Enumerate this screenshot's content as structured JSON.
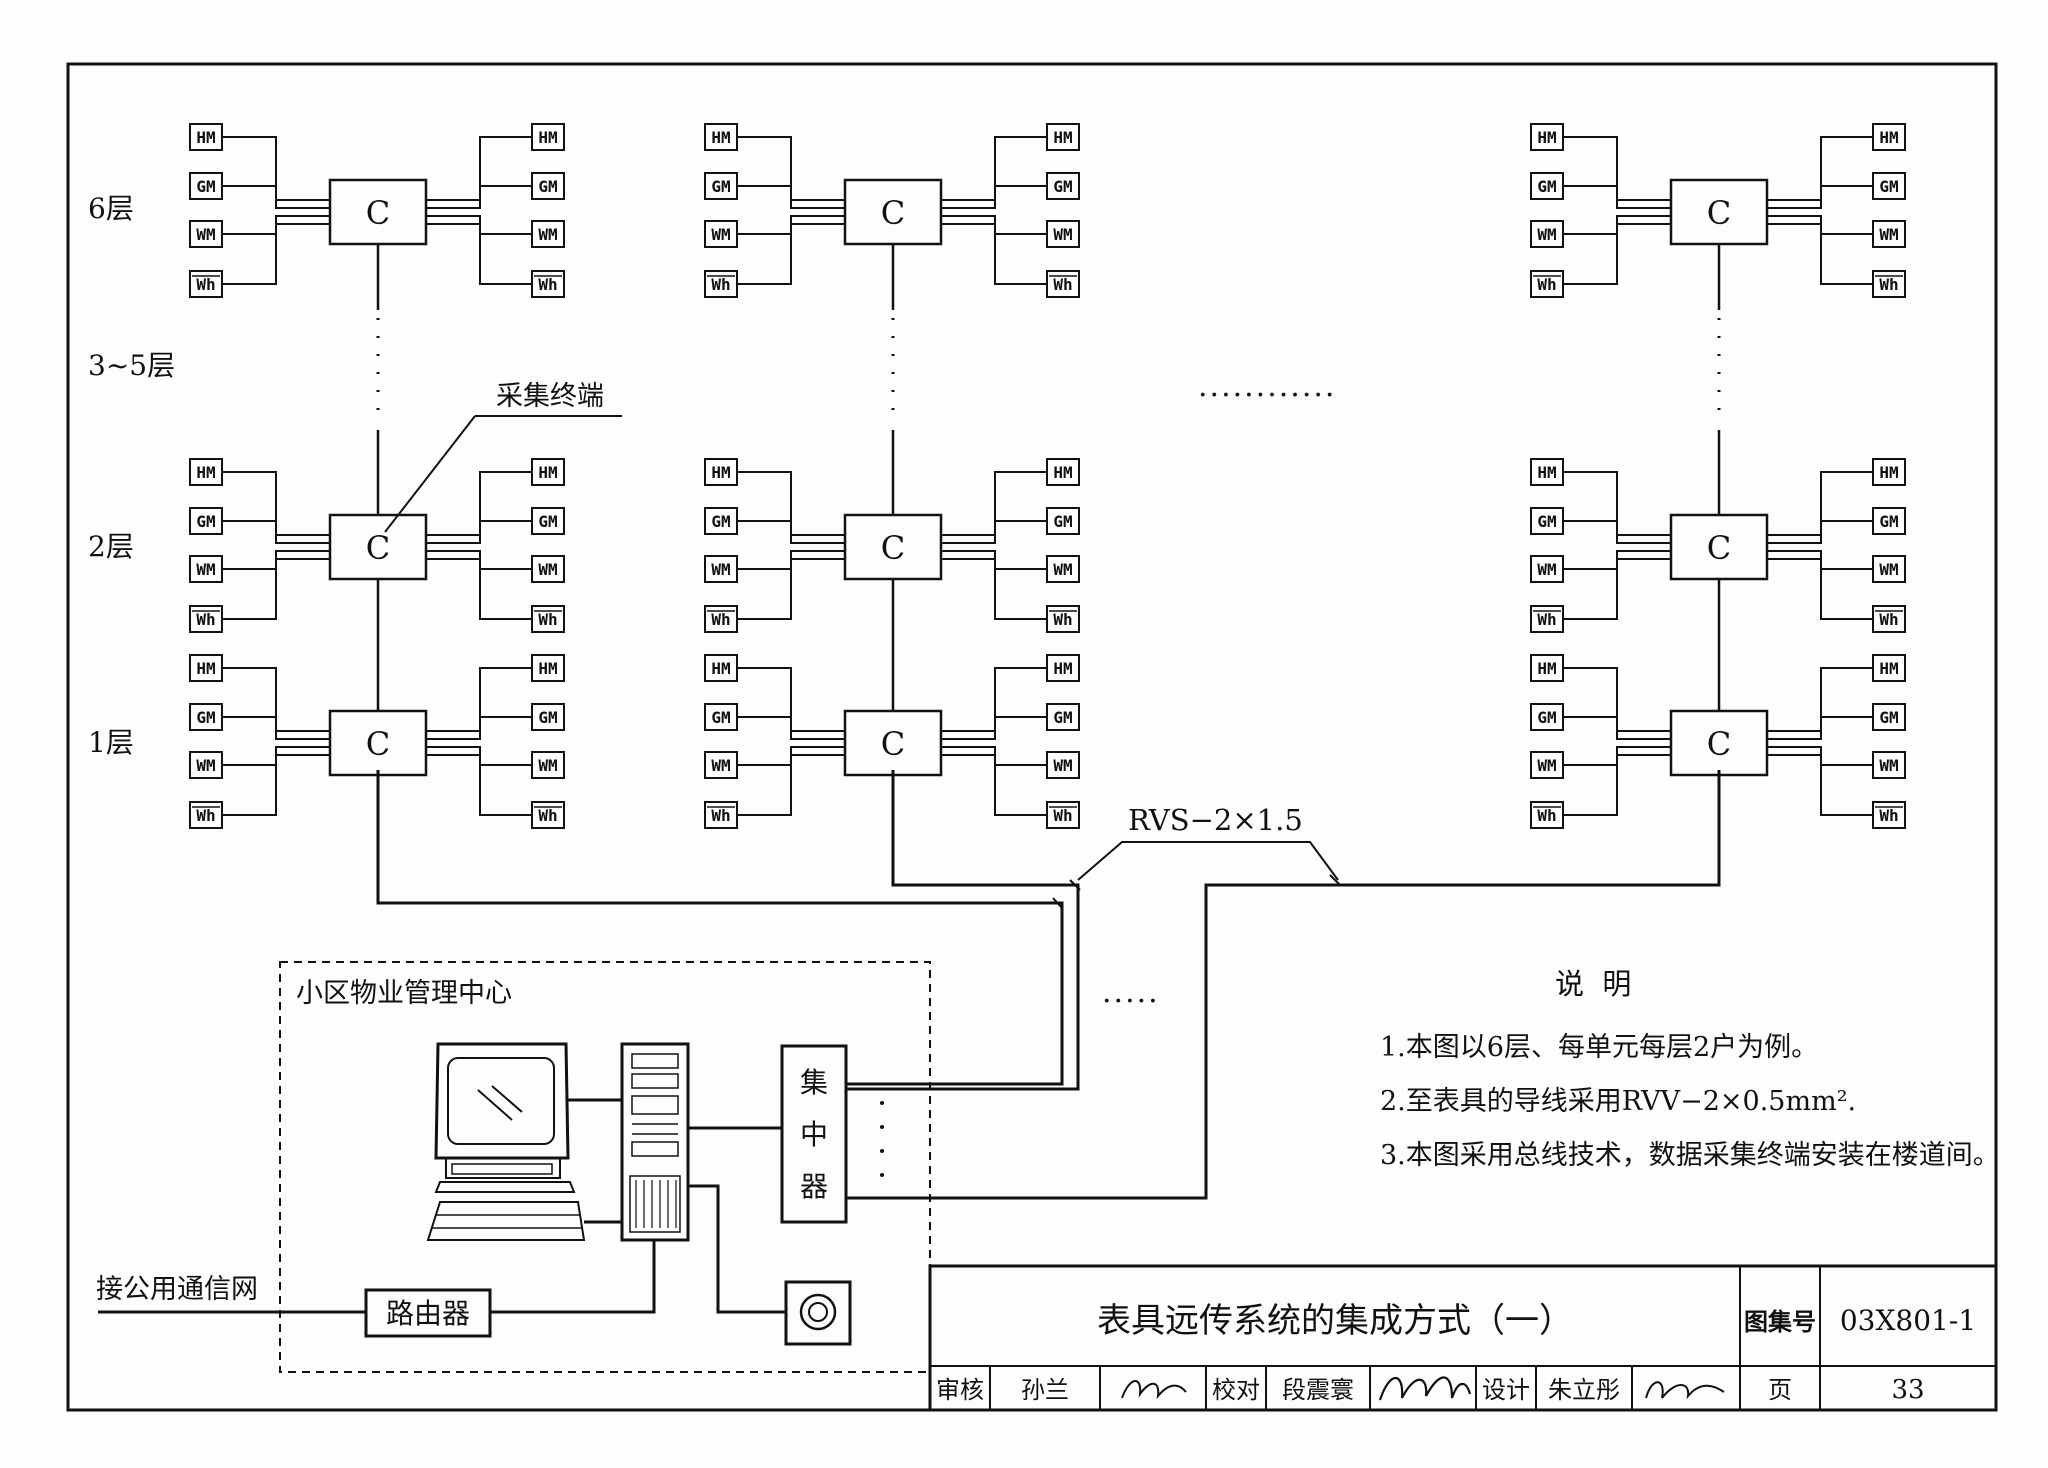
{
  "floors": {
    "top": "6层",
    "middle": "3~5层",
    "second": "2层",
    "first": "1层"
  },
  "collector_label": "C",
  "collector_terminal_label": "采集终端",
  "meters": [
    "HM",
    "GM",
    "WM",
    "Wh"
  ],
  "cable_label": "RVS−2×1.5",
  "horizontal_ellipsis": "............",
  "lower_ellipsis": ".....",
  "center": {
    "title": "小区物业管理中心",
    "concentrator": [
      "集",
      "中",
      "器"
    ],
    "router": "路由器",
    "public_network": "接公用通信网"
  },
  "notes": {
    "heading": "说  明",
    "items": [
      "1.本图以6层、每单元每层2户为例。",
      "2.至表具的导线采用RVV−2×0.5mm².",
      "3.本图采用总线技术，数据采集终端安装在楼道间。"
    ]
  },
  "title_block": {
    "title": "表具远传系统的集成方式（一）",
    "atlas_label": "图集号",
    "atlas_no": "03X801-1",
    "review_label": "审核",
    "reviewer": "孙兰",
    "check_label": "校对",
    "checker": "段震寰",
    "design_label": "设计",
    "designer": "朱立彤",
    "page_label": "页",
    "page_no": "33"
  }
}
